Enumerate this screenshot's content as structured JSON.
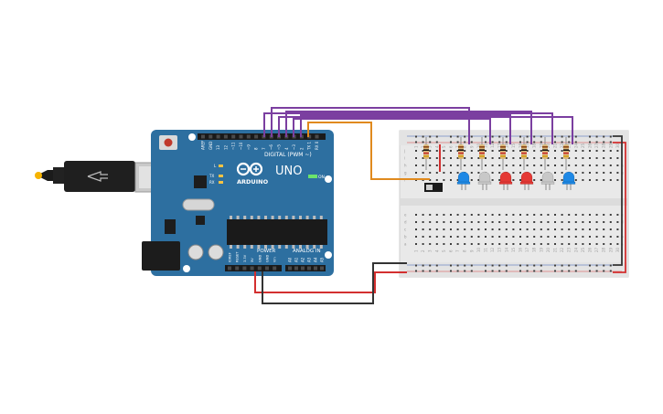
{
  "arduino": {
    "brand": "UNO",
    "name": "ARDUINO",
    "digital_label": "DIGITAL (PWM ~)",
    "power_label": "POWER",
    "analog_label": "ANALOG IN",
    "on_label": "ON",
    "tx_label": "TX",
    "rx_label": "RX",
    "l_label": "L",
    "digital_pins": [
      "AREF",
      "GND",
      "13",
      "12",
      "~11",
      "~10",
      "~9",
      "8",
      "7",
      "~6",
      "~5",
      "4",
      "~3",
      "2",
      "TX 1",
      "RX 0"
    ],
    "power_pins": [
      "IOREF",
      "RESET",
      "3.3V",
      "5V",
      "GND",
      "GND",
      "Vin"
    ],
    "analog_pins": [
      "A0",
      "A1",
      "A2",
      "A3",
      "A4",
      "A5"
    ]
  },
  "breadboard": {
    "row_letters_top": [
      "j",
      "i",
      "h",
      "g",
      "f"
    ],
    "row_letters_bottom": [
      "e",
      "d",
      "c",
      "b",
      "a"
    ],
    "columns": 30
  },
  "components": {
    "leds": [
      {
        "color": "#1e88e5"
      },
      {
        "color": "#c8c8c8"
      },
      {
        "color": "#e53935"
      },
      {
        "color": "#e53935"
      },
      {
        "color": "#c8c8c8"
      },
      {
        "color": "#1e88e5"
      }
    ],
    "resistors": 6
  },
  "colors": {
    "board": "#2d6fa0",
    "signal_wire": "#7b3fa0",
    "orange_wire": "#e08a1e",
    "red_wire": "#d32f2f",
    "black_wire": "#333333"
  }
}
